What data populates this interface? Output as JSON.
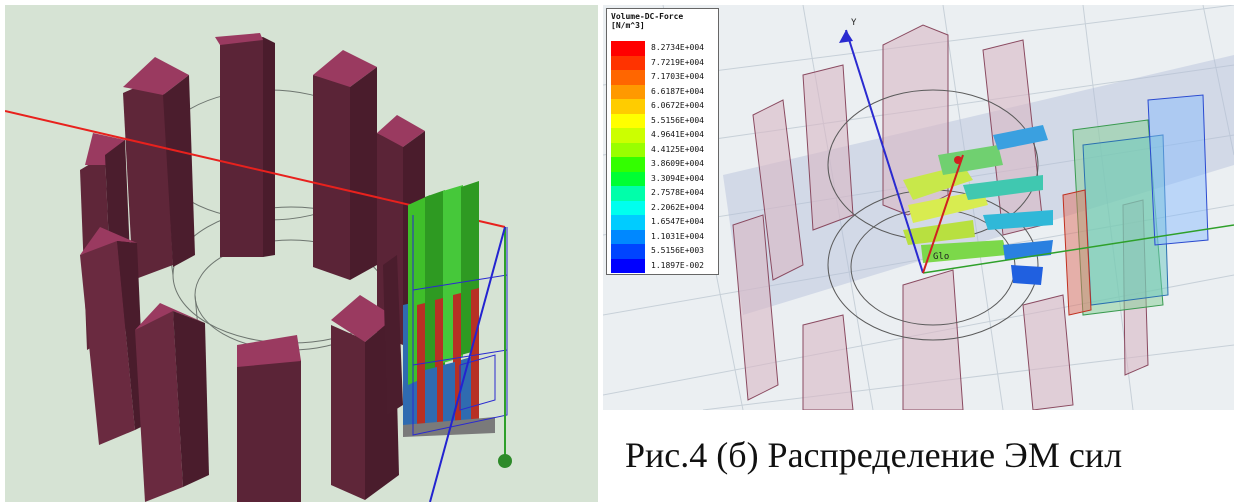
{
  "left_view": {
    "name": "stator-coil-model-view"
  },
  "right_view": {
    "legend": {
      "title_line1": "Volume-DC-Force",
      "title_line2": "[N/m^3]",
      "entries": [
        {
          "value": "8.2734E+004",
          "color": "#ff0000"
        },
        {
          "value": "7.7219E+004",
          "color": "#ff3300"
        },
        {
          "value": "7.1703E+004",
          "color": "#ff6600"
        },
        {
          "value": "6.6187E+004",
          "color": "#ff9900"
        },
        {
          "value": "6.0672E+004",
          "color": "#ffcc00"
        },
        {
          "value": "5.5156E+004",
          "color": "#ffff00"
        },
        {
          "value": "4.9641E+004",
          "color": "#ccff00"
        },
        {
          "value": "4.4125E+004",
          "color": "#99ff00"
        },
        {
          "value": "3.8609E+004",
          "color": "#33ff00"
        },
        {
          "value": "3.3094E+004",
          "color": "#00ff33"
        },
        {
          "value": "2.7578E+004",
          "color": "#00ffaa"
        },
        {
          "value": "2.2062E+004",
          "color": "#00ffee"
        },
        {
          "value": "1.6547E+004",
          "color": "#00ccff"
        },
        {
          "value": "1.1031E+004",
          "color": "#0088ff"
        },
        {
          "value": "5.5156E+003",
          "color": "#0044ff"
        },
        {
          "value": "1.1897E-002",
          "color": "#0000ff"
        }
      ]
    },
    "axis_label_y": "Y",
    "axis_label_origin": "Glo"
  },
  "caption": "Рис.4 (б) Распределение ЭМ сил"
}
